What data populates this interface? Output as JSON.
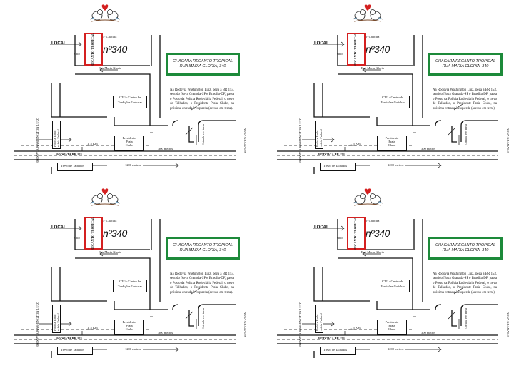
{
  "map": {
    "local_label": "LOCAL",
    "sitio_label": "sitio",
    "chacara_small": "5ª Chácara",
    "recanto_box": "RECANTO TROPICAL",
    "house_number": "nº340",
    "title_line1": "CHACARA RECANTO TROPICAL",
    "title_line2": "RUA MARIA GLORIA, 340",
    "street_top": "Rua Maria Gloria",
    "ctg_line1": "CTG - Centro de",
    "ctg_line2": "Tradições Gaúchas",
    "directions": "Na Rodovia Washington Luiz, pega a BR 153, sentido Nova Granada-SP e Brasília-DF, passa o Posto da Polícia Rodoviária Federal, o trevo de Talhados, o Presidente Praia Clube, na próxima entrada à esquerda (acesso em terra).",
    "policia_line1": "Polícia Rodo",
    "policia_line2": "viária Federal",
    "km_label": "1, 5 Km",
    "presidente_line1": "Presidente",
    "presidente_line2": "Praia",
    "presidente_line3": "Clube",
    "dist_300": "300 metros",
    "dist_1200": "1200 metros",
    "rodovia_br": "RODOVIA BR 153",
    "trevo_label": "Trevo de Talhados",
    "washington_vertical": "RODOVIA WASHINGTON LUIZ",
    "nova_granada": "NOVA GRANADA",
    "entrada": "Entrada em terra"
  },
  "colors": {
    "green_box": "#1d8a3a",
    "red_box": "#d42020",
    "heart": "#d42020",
    "bird_blue": "#7fb3d5"
  }
}
